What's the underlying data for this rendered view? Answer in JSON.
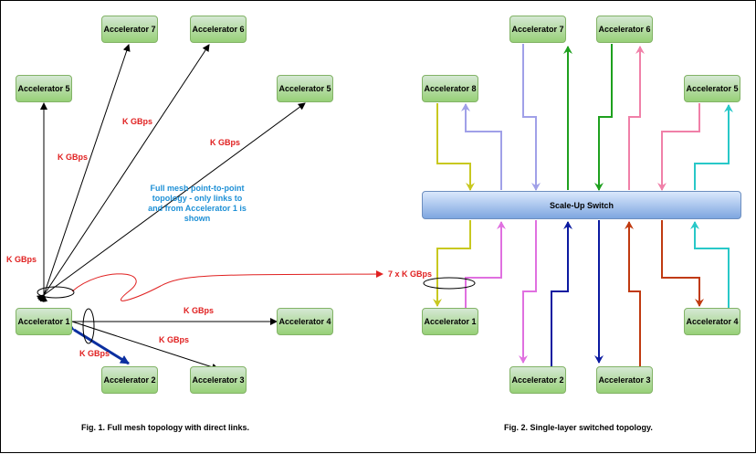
{
  "figure1": {
    "nodes": {
      "a1": "Accelerator 1",
      "a2": "Accelerator 2",
      "a3": "Accelerator 3",
      "a4": "Accelerator 4",
      "a5_left": "Accelerator 5",
      "a5_right": "Accelerator 5",
      "a6": "Accelerator 6",
      "a7": "Accelerator 7"
    },
    "link_labels": {
      "l1": "K GBps",
      "l2": "K GBps",
      "l3": "K GBps",
      "l4": "K GBps",
      "l5": "K GBps",
      "l6": "K GBps",
      "l7": "K GBps"
    },
    "aggregate_label": "7 x K GBps",
    "note": "Full mesh point-to-point topology - only links to and from Accelerator 1 is shown",
    "caption": "Fig. 1. Full mesh topology with direct links."
  },
  "figure2": {
    "switch_label": "Scale-Up Switch",
    "nodes": {
      "a1": "Accelerator 1",
      "a2": "Accelerator 2",
      "a3": "Accelerator 3",
      "a4": "Accelerator 4",
      "a5": "Accelerator 5",
      "a6": "Accelerator 6",
      "a7": "Accelerator 7",
      "a8": "Accelerator 8"
    },
    "caption": "Fig. 2. Single-layer switched topology."
  },
  "colors": {
    "node_fill": "#97d077",
    "node_border": "#82b366",
    "switch_fill": "#7ea6e0",
    "switch_border": "#6c8ebf",
    "label_red": "#e02020",
    "note_blue": "#1e90d6"
  }
}
